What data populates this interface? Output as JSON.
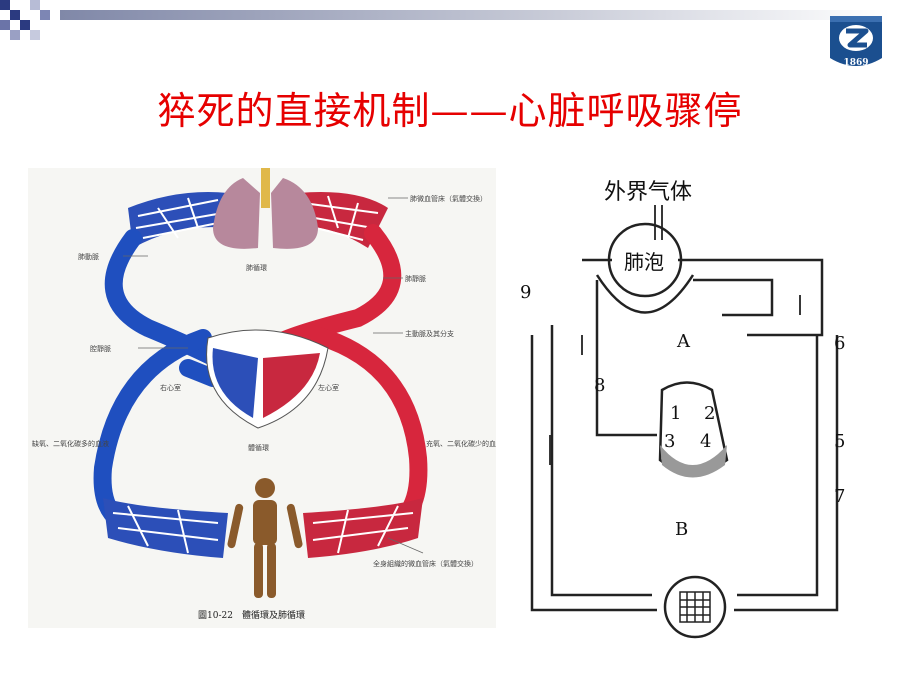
{
  "slide": {
    "title": "猝死的直接机制——心脏呼吸骤停",
    "logo_year": "1869",
    "colors": {
      "title": "#e60000",
      "logo": "#1b4f8f",
      "artery": "#d7263d",
      "vein": "#1f4fbf"
    }
  },
  "left_figure": {
    "caption": "圖10-22　體循環及肺循環",
    "labels": {
      "pulmonary_capillary": "肺微血管床（氣體交換）",
      "pulmonary_artery": "肺動脈",
      "pulmonary_circulation": "肺循環",
      "pulmonary_vein": "肺靜脈",
      "vena_cava": "腔靜脈",
      "aorta": "主動脈及其分支",
      "right_ventricle": "右心室",
      "left_ventricle": "左心室",
      "systemic_circulation": "體循環",
      "low_oxygen": "缺氧、二氧化碳多的血液",
      "high_oxygen": "充氧、二氧化碳少的血液",
      "body_capillary": "全身組織的微血管床（氣體交換）"
    }
  },
  "right_figure": {
    "outside_air": "外界气体",
    "alveolus": "肺泡",
    "letters": [
      "A",
      "B"
    ],
    "numbers": [
      "9",
      "6",
      "8",
      "1",
      "2",
      "3",
      "4",
      "5",
      "7"
    ]
  }
}
